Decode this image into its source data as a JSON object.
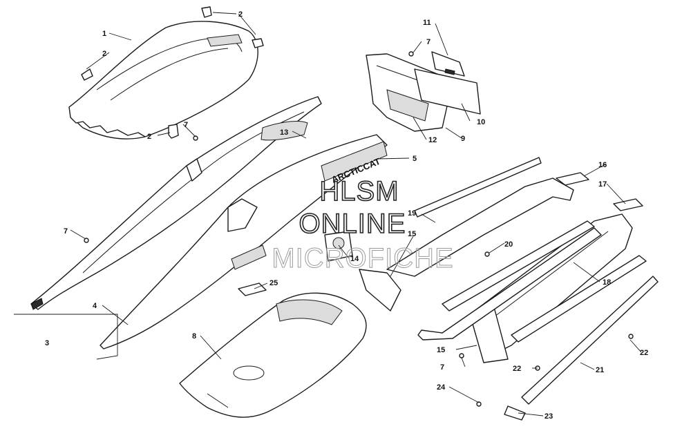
{
  "watermark": {
    "line1": "HLSM",
    "line2": "ONLINE",
    "line3": "MICROFICHE"
  },
  "decal_text": "ARCTICCAT",
  "callouts": [
    "1",
    "2",
    "2",
    "2",
    "2",
    "3",
    "4",
    "5",
    "7",
    "7",
    "7",
    "7",
    "8",
    "9",
    "10",
    "11",
    "12",
    "13",
    "14",
    "15",
    "15",
    "16",
    "17",
    "18",
    "19",
    "20",
    "21",
    "22",
    "22",
    "23",
    "24",
    "25"
  ]
}
